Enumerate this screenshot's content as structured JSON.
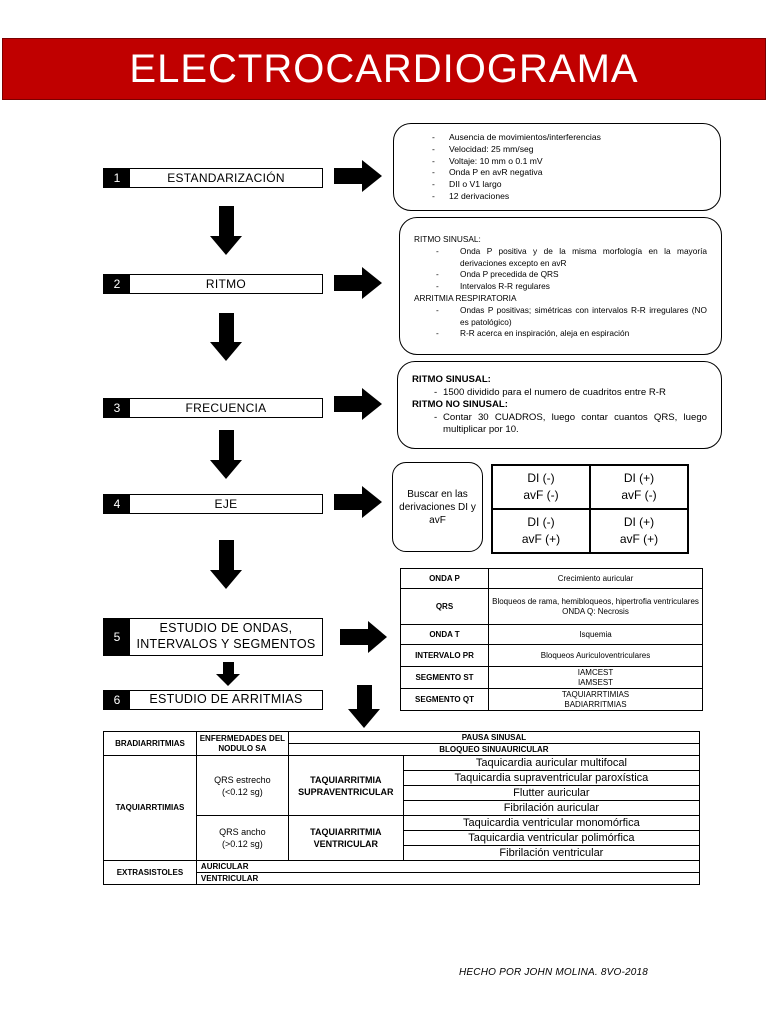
{
  "title": "ELECTROCARDIOGRAMA",
  "steps": [
    {
      "num": "1",
      "label": "ESTANDARIZACIÓN"
    },
    {
      "num": "2",
      "label": "RITMO"
    },
    {
      "num": "3",
      "label": "FRECUENCIA"
    },
    {
      "num": "4",
      "label": "EJE"
    },
    {
      "num": "5",
      "label": "ESTUDIO DE ONDAS, INTERVALOS Y SEGMENTOS"
    },
    {
      "num": "6",
      "label": "ESTUDIO DE ARRITMIAS"
    }
  ],
  "estandarizacion": [
    "Ausencia de movimientos/interferencias",
    "Velocidad: 25 mm/seg",
    "Voltaje: 10 mm o 0.1 mV",
    "Onda P en avR negativa",
    "DII o V1 largo",
    "12 derivaciones"
  ],
  "ritmo": {
    "sinusal_heading": "RITMO SINUSAL:",
    "sinusal_items": [
      "Onda P positiva y de la misma morfología en la mayoría derivaciones excepto en avR",
      "Onda P precedida de QRS",
      "Intervalos R-R regulares"
    ],
    "respiratoria_heading": "ARRITMIA RESPIRATORIA",
    "respiratoria_items": [
      "Ondas P positivas; simétricas con intervalos R-R irregulares (NO es patológico)",
      "R-R acerca en inspiración, aleja en espiración"
    ]
  },
  "frecuencia": {
    "sinusal_heading": "RITMO SINUSAL:",
    "sinusal_item": "1500 dividido para el numero de cuadritos entre R-R",
    "no_sinusal_heading": "RITMO NO SINUSAL:",
    "no_sinusal_item": "Contar 30 CUADROS, luego contar cuantos QRS, luego multiplicar por 10."
  },
  "eje": {
    "buscar": "Buscar en las derivaciones DI y avF",
    "grid": [
      "DI (-)\navF (-)",
      "DI (+)\navF (-)",
      "DI (-)\navF (+)",
      "DI (+)\navF (+)"
    ]
  },
  "ondas_table": [
    {
      "k": "ONDA P",
      "v": "Crecimiento auricular"
    },
    {
      "k": "QRS",
      "v": "Bloqueos de rama, hemibloqueos, hipertrofia ventriculares\nONDA Q: Necrosis"
    },
    {
      "k": "ONDA T",
      "v": "Isquemia"
    },
    {
      "k": "INTERVALO PR",
      "v": "Bloqueos Auriculoventriculares"
    },
    {
      "k": "SEGMENTO ST",
      "v": "IAMCEST\nIAMSEST"
    },
    {
      "k": "SEGMENTO QT",
      "v": "TAQUIARRTIMIAS\nBADIARRITMIAS"
    }
  ],
  "arritmias": {
    "bradi": "BRADIARRITMIAS",
    "enf_nodulo": "ENFERMEDADES DEL NODULO SA",
    "pausa": "PAUSA SINUSAL",
    "bloqueo": "BLOQUEO SINUAURICULAR",
    "taqui": "TAQUIARRTIMIAS",
    "qrs_estrecho": "QRS estrecho\n(<0.12 sg)",
    "taqui_supra": "TAQUIARRITMIA SUPRAVENTRICULAR",
    "supra_items": [
      "Taquicardia auricular multifocal",
      "Taquicardia supraventricular paroxística",
      "Flutter auricular",
      "Fibrilación auricular"
    ],
    "qrs_ancho": "QRS ancho\n(>0.12 sg)",
    "taqui_vent": "TAQUIARRITMIA VENTRICULAR",
    "vent_items": [
      "Taquicardia ventricular monomórfica",
      "Taquicardia ventricular polimórfica",
      "Fibrilación ventricular"
    ],
    "extra": "EXTRASISTOLES",
    "auricular": "AURICULAR",
    "ventricular": "VENTRICULAR"
  },
  "footer": "HECHO POR JOHN MOLINA. 8VO-2018"
}
